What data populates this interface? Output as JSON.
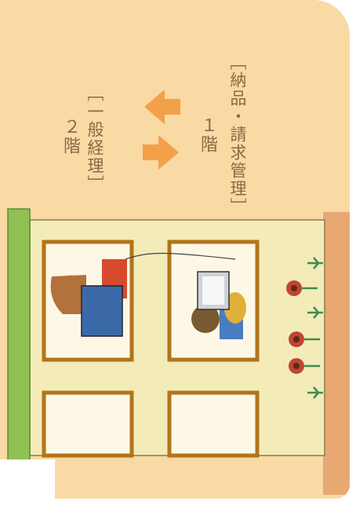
{
  "floors": {
    "second": {
      "label": "２階",
      "sublabel": "［一般経理］"
    },
    "first": {
      "label": "１階",
      "sublabel": "［納品・請求管理］"
    }
  },
  "colors": {
    "background": "#f9d9a4",
    "text": "#8a6a44",
    "arrow": "#f3a04a",
    "building_wall": "#f3ecb8",
    "roof": "#8fc154",
    "window_frame": "#b3741a",
    "flower": "#c04530",
    "stem": "#3f8d50",
    "ground": "#e7a874"
  },
  "icons": [
    "arrow-up-icon",
    "arrow-down-icon",
    "flower-icon",
    "person-icon",
    "computer-monitor-icon"
  ]
}
